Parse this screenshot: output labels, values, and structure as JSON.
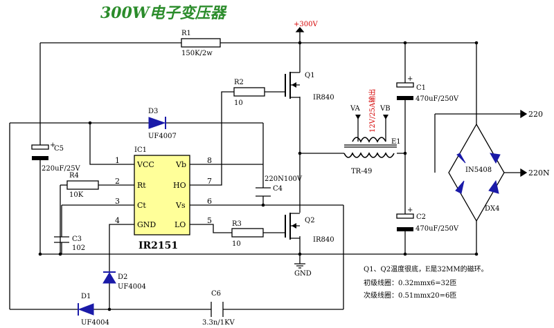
{
  "title": "300W电子变压器",
  "labels": {
    "r1": "R1",
    "r1_val": "150K/2w",
    "r2": "R2",
    "r2_val": "10",
    "r3": "R3",
    "r3_val": "10",
    "r4": "R4",
    "r4_val": "10K",
    "c1": "C1",
    "c1_val": "470uF/250V",
    "c2": "C2",
    "c2_val": "470uF/250V",
    "c3": "C3",
    "c3_val": "102",
    "c4": "C4",
    "c4_val": "220N100V",
    "c5": "C5",
    "c5_val": "220uF/25V",
    "c6": "C6",
    "c6_val": "3.3n/1KV",
    "d1": "D1",
    "d1_val": "UF4004",
    "d2": "D2",
    "d2_val": "UF4004",
    "d3": "D3",
    "d3_val": "UF4007",
    "q1": "Q1",
    "q1_val": "IR840",
    "q2": "Q2",
    "q2_val": "IR840",
    "ic1": "IC1",
    "ic1_name": "IR2151",
    "t1": "E1",
    "t1_val": "TR-49",
    "dx4": "DX4",
    "dx4_val": "IN5408",
    "plus300": "+300V",
    "gnd": "GND",
    "out220": "220",
    "out220n": "220N",
    "va": "VA",
    "vb": "VB",
    "output_spec": "12V/25A输出",
    "pins": {
      "p1": "1",
      "p2": "2",
      "p3": "3",
      "p4": "4",
      "p5": "5",
      "p6": "6",
      "p7": "7",
      "p8": "8",
      "vcc": "VCC",
      "rt": "Rt",
      "ct": "Ct",
      "gndpin": "GND",
      "vb": "Vb",
      "ho": "HO",
      "vs": "Vs",
      "lo": "LO"
    }
  },
  "notes": [
    "Q1、Q2温度很底，E是32MM的磁环。",
    "初级线圈：0.32mmx6=32匝",
    "次级线圈：0.51mmx20=6匝"
  ]
}
